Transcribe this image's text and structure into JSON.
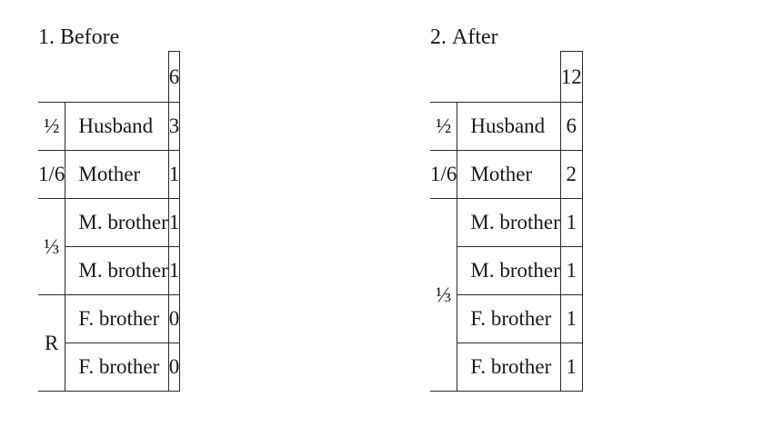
{
  "before": {
    "number": "1.",
    "label": "Before",
    "base": "6",
    "rows": [
      {
        "fraction": "½",
        "heir": "Husband",
        "share": "3"
      },
      {
        "fraction": "1/6",
        "heir": "Mother",
        "share": "1"
      },
      {
        "fraction": "⅓",
        "heir": "M. brother",
        "share": "1"
      },
      {
        "heir": "M. brother",
        "share": "1"
      },
      {
        "fraction": "R",
        "heir": "F. brother",
        "share": "0"
      },
      {
        "heir": "F. brother",
        "share": "0"
      }
    ]
  },
  "after": {
    "number": "2.",
    "label": "After",
    "base": "12",
    "rows": [
      {
        "fraction": "½",
        "heir": "Husband",
        "share": "6"
      },
      {
        "fraction": "1/6",
        "heir": "Mother",
        "share": "2"
      },
      {
        "fraction": "⅓",
        "heir": "M. brother",
        "share": "1"
      },
      {
        "heir": "M. brother",
        "share": "1"
      },
      {
        "heir": "F. brother",
        "share": "1"
      },
      {
        "heir": "F. brother",
        "share": "1"
      }
    ]
  }
}
